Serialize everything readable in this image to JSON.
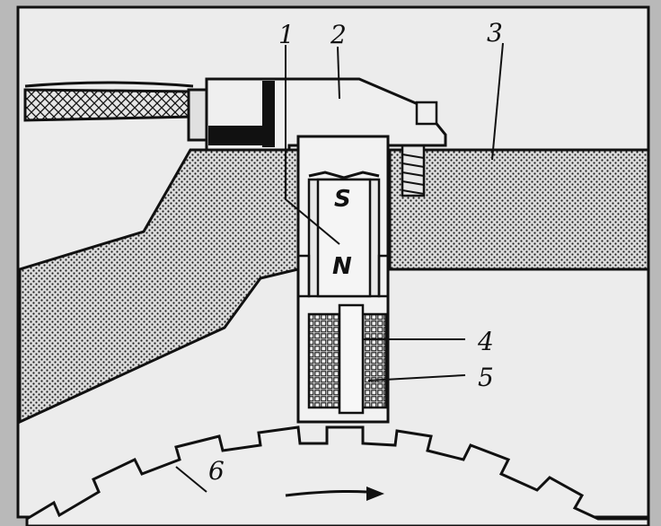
{
  "labels": {
    "magnet_core": "1",
    "sensor_housing": "2",
    "engine_block": "3",
    "pole_piece": "4",
    "winding": "5",
    "toothed_wheel": "6"
  },
  "poles": {
    "south": "S",
    "north": "N"
  },
  "colors": {
    "ink": "#111111",
    "paper": "#b9b9b9",
    "frame": "#e9e9e9"
  }
}
